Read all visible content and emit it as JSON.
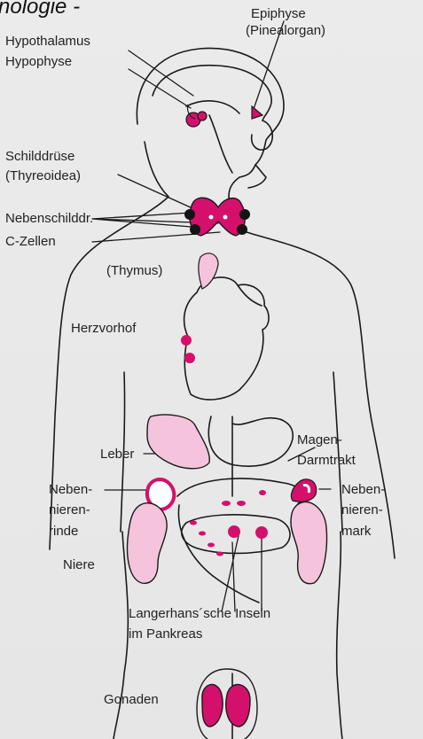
{
  "title": "nologie -",
  "colors": {
    "magenta": "#d4106c",
    "light_pink": "#f6c3dc",
    "outline": "#1a1a1a",
    "black": "#141414"
  },
  "labels": {
    "epiphyse": "Epiphyse",
    "pinealorgan": "(Pinealorgan)",
    "hypothalamus": "Hypothalamus",
    "hypophyse": "Hypophyse",
    "schilddruese": "Schilddrüse",
    "thyreoidea": "(Thyreoidea)",
    "nebenschilddr": "Nebenschilddr.",
    "c_zellen": "C-Zellen",
    "thymus": "(Thymus)",
    "herzvorhof": "Herzvorhof",
    "leber": "Leber",
    "magen": "Magen-",
    "darmtrakt": "Darmtrakt",
    "nnr_1": "Neben-",
    "nnr_2": "nieren-",
    "nnr_3": "rinde",
    "nnm_1": "Neben-",
    "nnm_2": "nieren-",
    "nnm_3": "mark",
    "niere": "Niere",
    "langerhans": "Langerhans´sche Inseln",
    "pankreas": "im Pankreas",
    "gonaden": "Gonaden"
  }
}
